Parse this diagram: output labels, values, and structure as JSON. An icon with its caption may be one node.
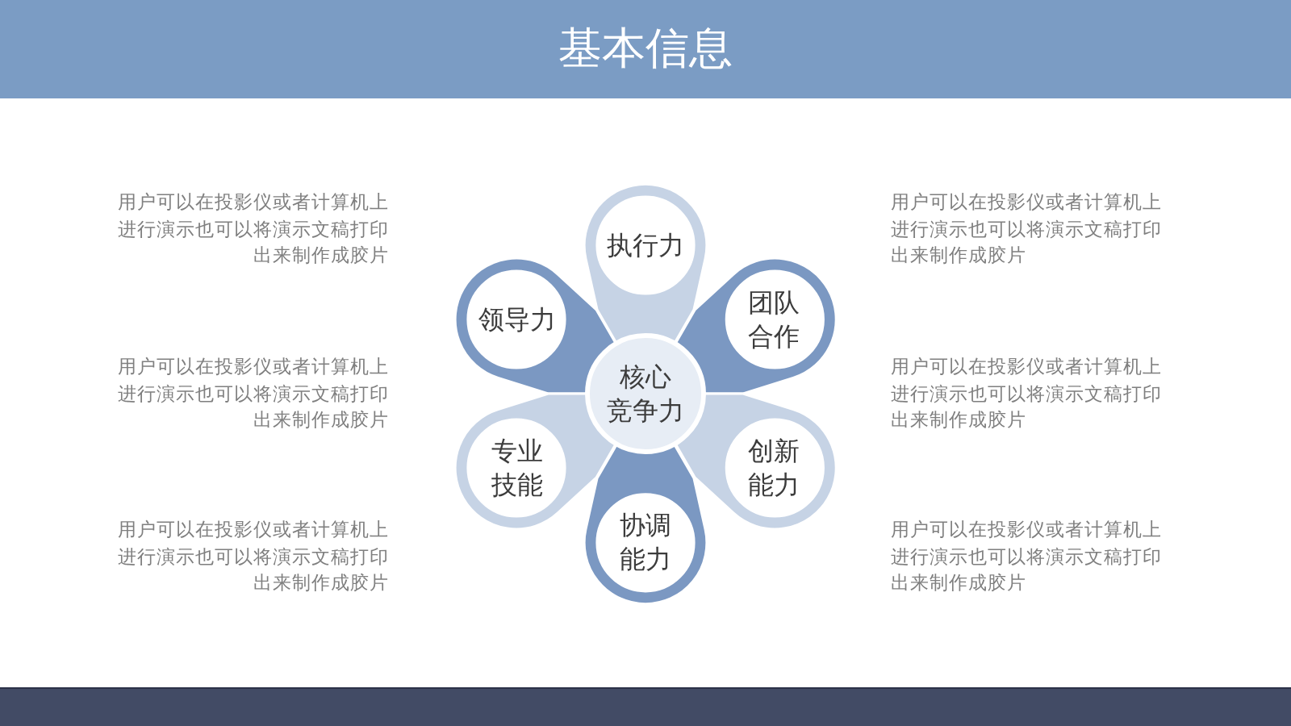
{
  "diagram": {
    "title": "基本信息",
    "nodes": [
      {
        "text": [
          "执行力"
        ]
      },
      {
        "text": [
          "领导力"
        ]
      },
      {
        "text": [
          "团队合作"
        ]
      },
      {
        "text": [
          "核心竞争力"
        ]
      },
      {
        "text": [
          "专业技能"
        ]
      },
      {
        "text": [
          "创新能力"
        ]
      },
      {
        "text": [
          "协调能力"
        ]
      }
    ],
    "labels": [
      "用户可以在投影仪或者计算机上进行演示也可以将演示文稿打印出来制作成胶片",
      "用户可以在投影仪或者计算机上进行演示也可以将演示文稿打印出来制作成胶片",
      "用户可以在投影仪或者计算机上进行演示也可以将演示文稿打印出来制作成胶片",
      "用户可以在投影仪或者计算机上进行演示也可以将演示文稿打印出来制作成胶片",
      "用户可以在投影仪或者计算机上进行演示也可以将演示文稿打印出来制作成胶片",
      "用户可以在投影仪或者计算机上进行演示也可以将演示文稿打印出来制作成胶片"
    ]
  }
}
